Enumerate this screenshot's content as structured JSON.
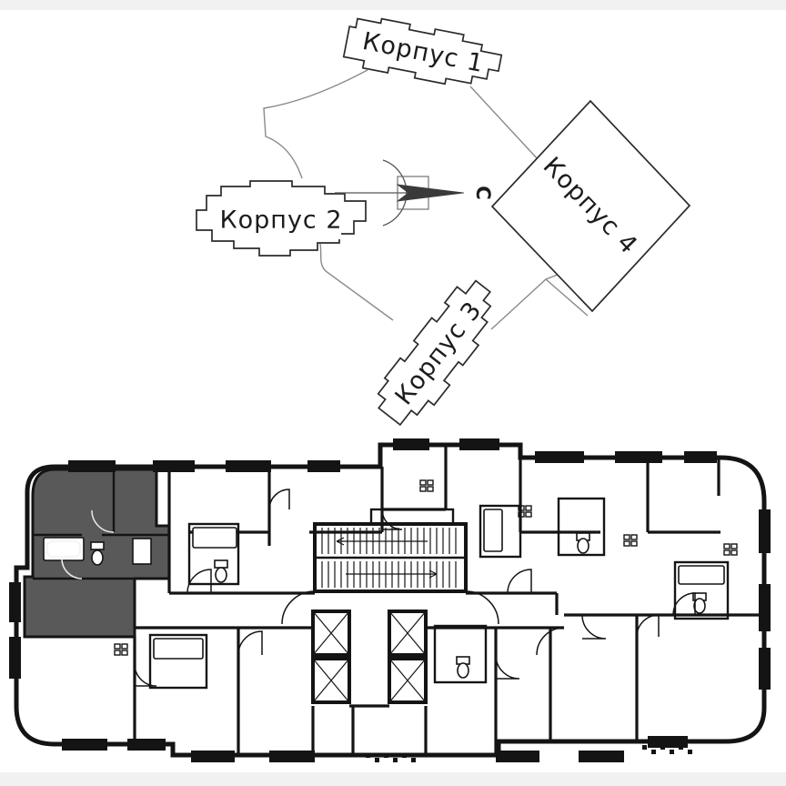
{
  "page": {
    "background": "#ffffff",
    "top_band_color": "#f1f1f1",
    "bottom_band_color": "#f1f1f1"
  },
  "site_plan": {
    "buildings": [
      {
        "id": "korpus-1",
        "label": "Корпус 1",
        "highlighted": false
      },
      {
        "id": "korpus-2",
        "label": "Корпус 2",
        "highlighted": true,
        "fill": "#c9c9c9"
      },
      {
        "id": "korpus-3",
        "label": "Корпус 3",
        "highlighted": false
      },
      {
        "id": "korpus-4",
        "label": "Корпус 4",
        "highlighted": false
      }
    ],
    "compass": {
      "label": "С"
    }
  },
  "floor_plan": {
    "selected_apartment": {
      "fill": "#595959",
      "selected": true
    },
    "wall_color": "#141414"
  }
}
